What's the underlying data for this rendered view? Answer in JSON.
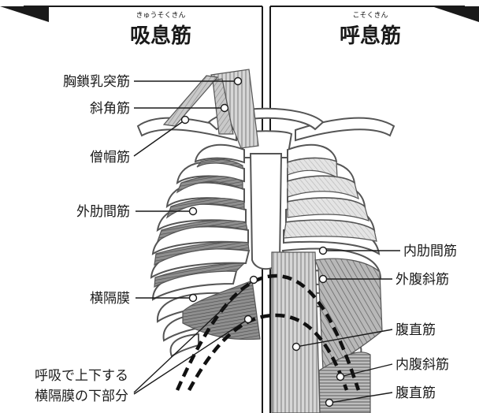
{
  "left_panel": {
    "title": "吸息筋",
    "reading": "きゅうそくきん",
    "labels": {
      "scm": "胸鎖乳突筋",
      "scalene": "斜角筋",
      "trapezius": "僧帽筋",
      "external_intercostal": "外肋間筋",
      "diaphragm": "横隔膜",
      "diaphragm_lower_line1": "呼吸で上下する",
      "diaphragm_lower_line2": "横隔膜の下部分"
    }
  },
  "right_panel": {
    "title": "呼息筋",
    "reading": "こそくきん",
    "labels": {
      "internal_intercostal": "内肋間筋",
      "external_oblique": "外腹斜筋",
      "rectus_abdominis_upper": "腹直筋",
      "internal_oblique": "内腹斜筋",
      "rectus_abdominis_lower": "腹直筋"
    }
  }
}
